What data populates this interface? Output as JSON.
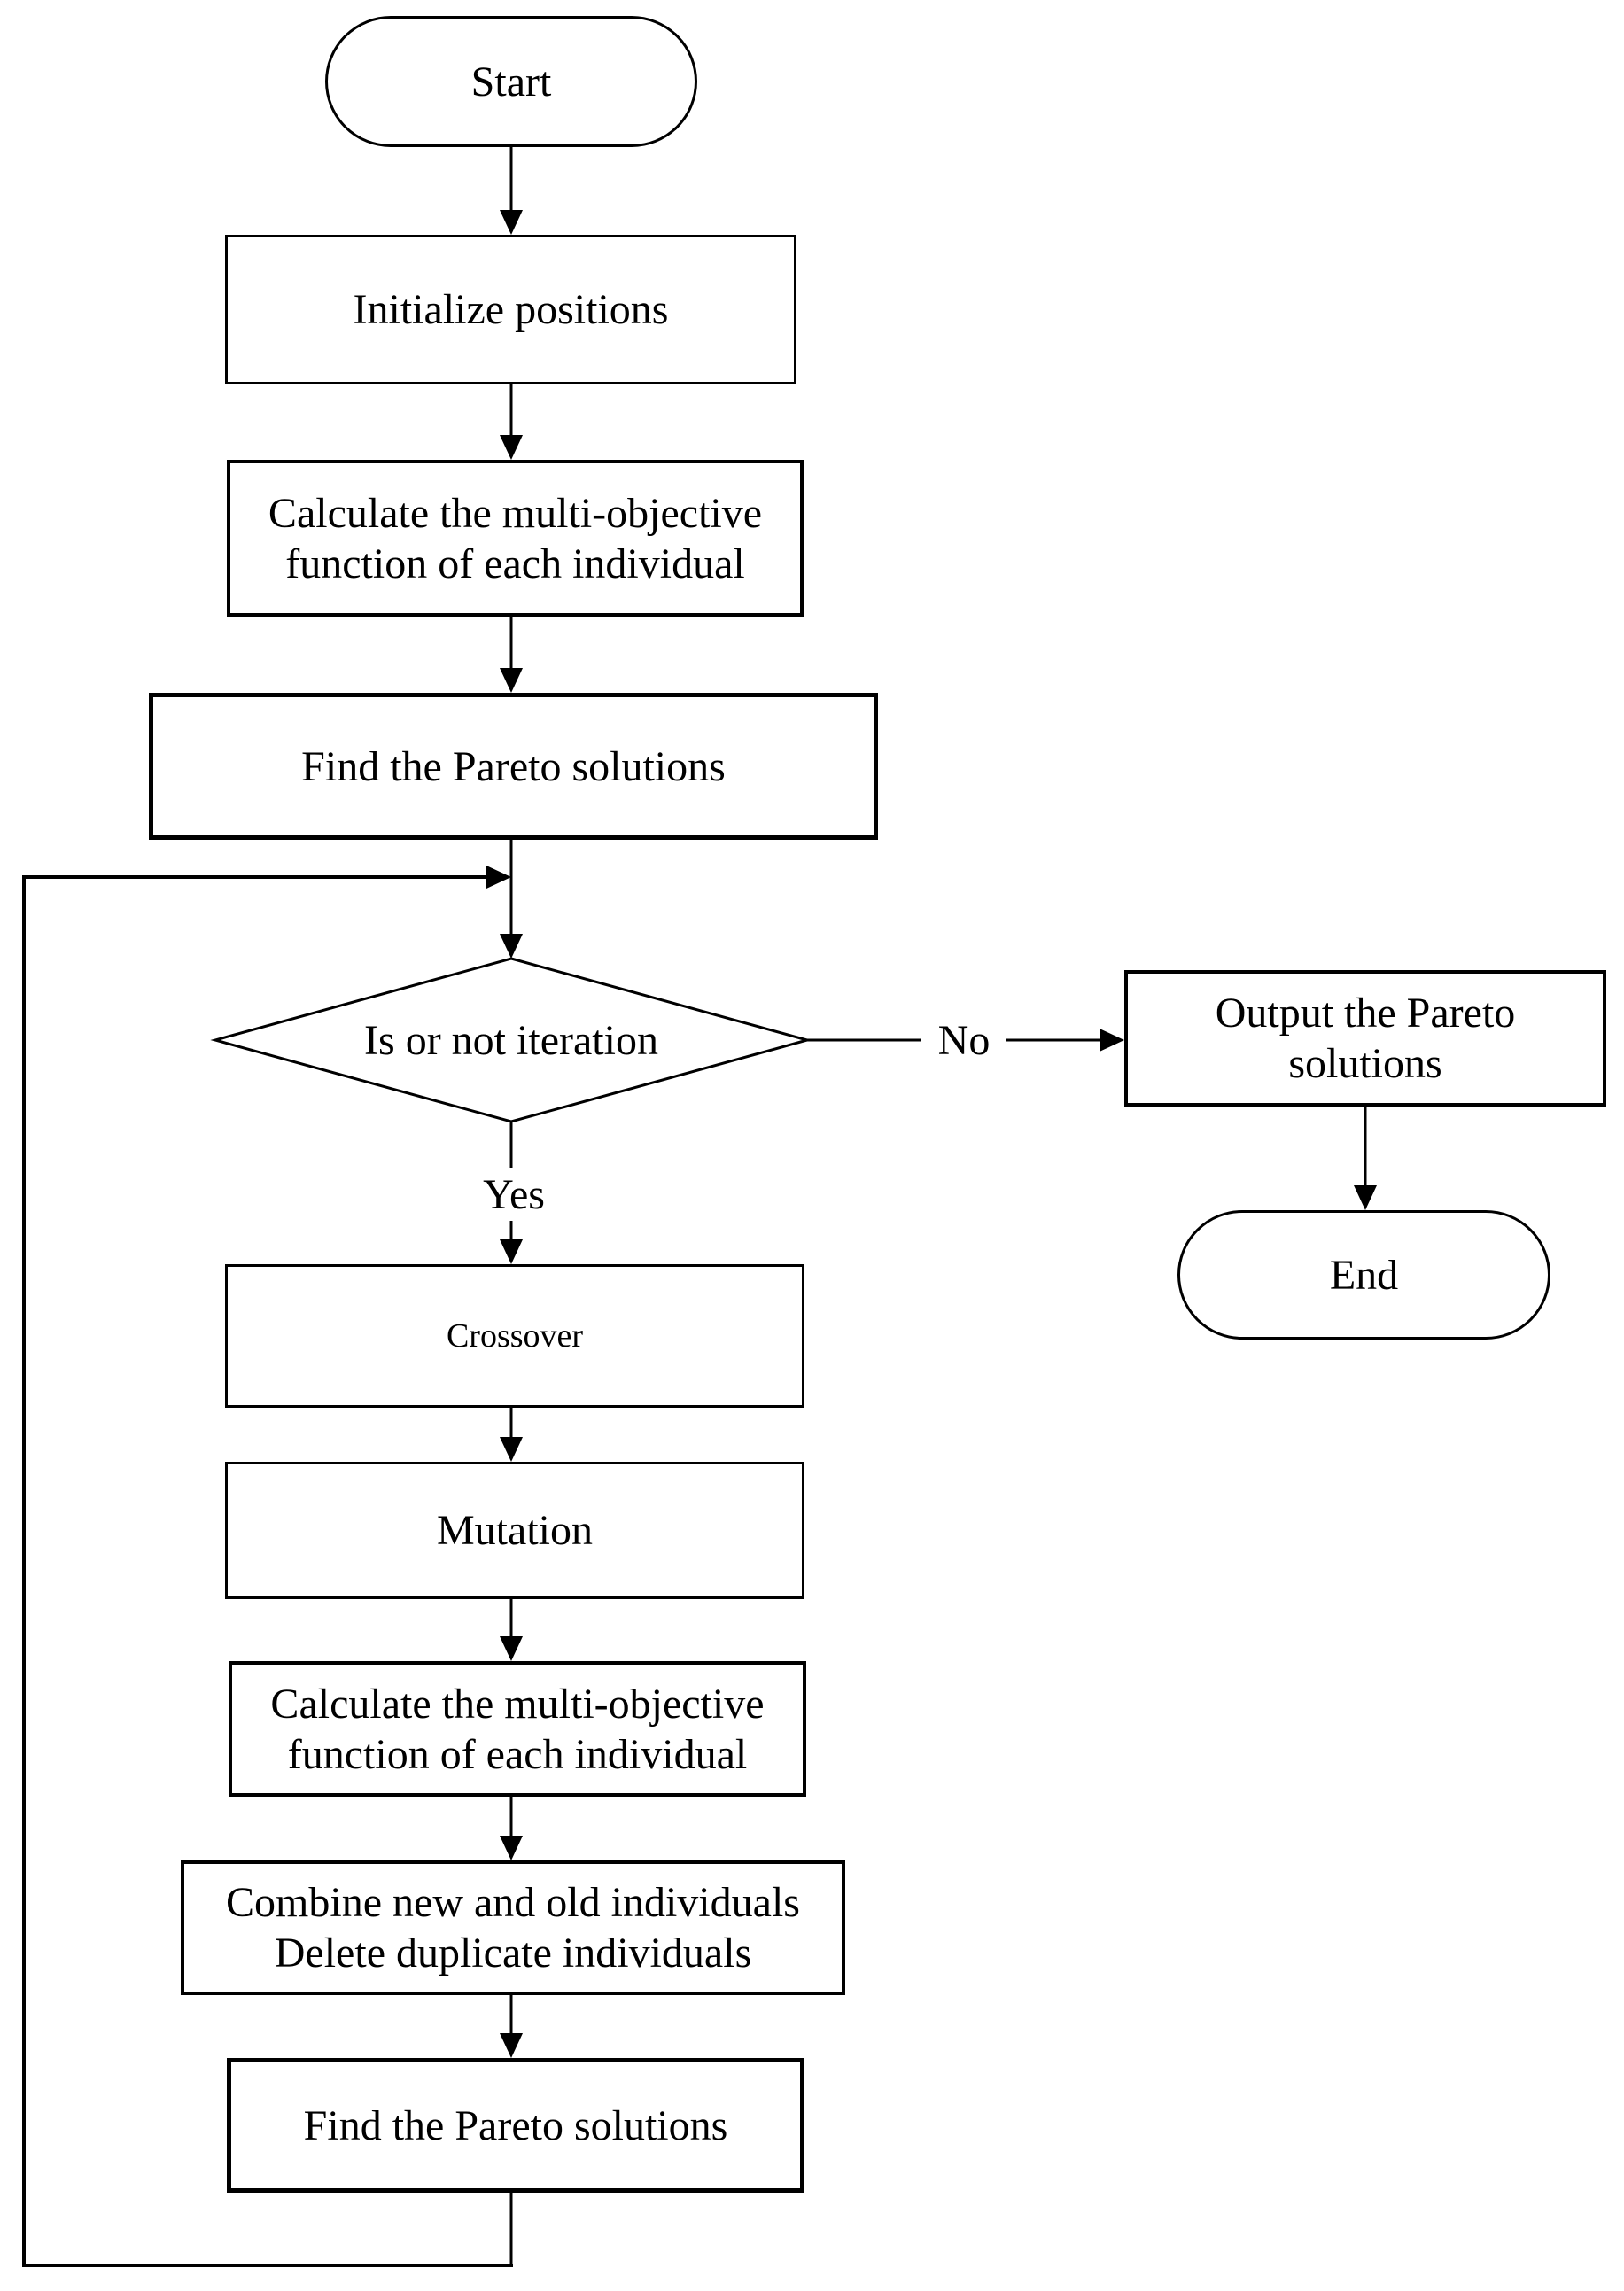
{
  "page": {
    "background_color": "#ffffff",
    "stroke_color": "#000000"
  },
  "flowchart": {
    "nodes": {
      "start": {
        "type": "terminator",
        "label": "Start"
      },
      "initialize": {
        "type": "process",
        "label": "Initialize positions"
      },
      "calculate1": {
        "type": "process",
        "lines": [
          "Calculate the multi-objective",
          "function of each individual"
        ]
      },
      "find_pareto1": {
        "type": "process",
        "label": "Find the Pareto solutions"
      },
      "iteration_check": {
        "type": "decision",
        "label": "Is or not iteration"
      },
      "output_pareto": {
        "type": "process",
        "lines": [
          "Output the Pareto",
          "solutions"
        ]
      },
      "end": {
        "type": "terminator",
        "label": "End"
      },
      "crossover": {
        "type": "process",
        "label": "Crossover"
      },
      "mutation": {
        "type": "process",
        "label": "Mutation"
      },
      "calculate2": {
        "type": "process",
        "lines": [
          "Calculate the multi-objective",
          "function of each individual"
        ]
      },
      "combine": {
        "type": "process",
        "lines": [
          "Combine new and old individuals",
          "Delete duplicate individuals"
        ]
      },
      "find_pareto2": {
        "type": "process",
        "label": "Find the Pareto solutions"
      }
    },
    "edge_labels": {
      "yes": "Yes",
      "no": "No"
    }
  }
}
